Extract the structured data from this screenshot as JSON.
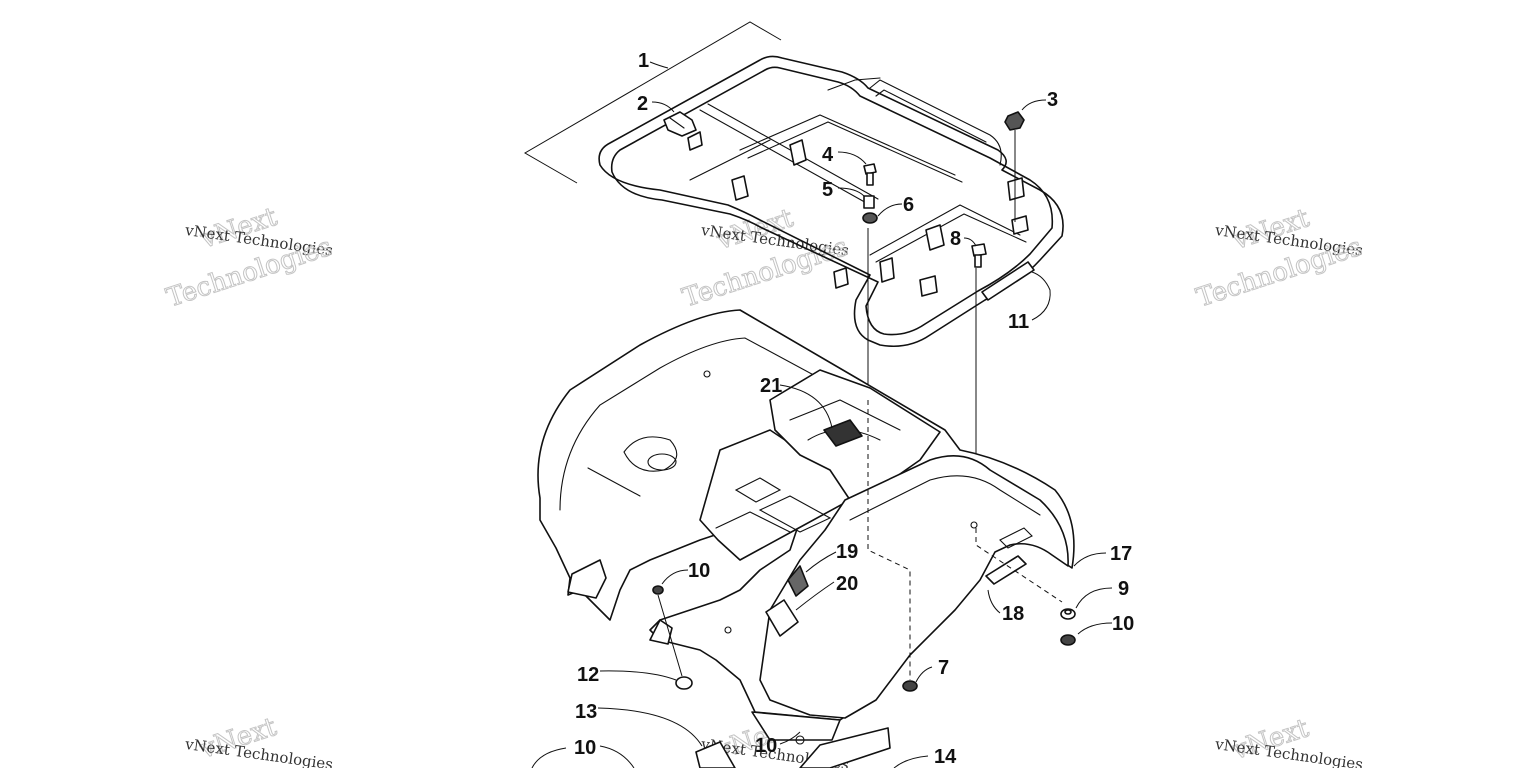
{
  "diagram": {
    "callouts": [
      "1",
      "2",
      "3",
      "4",
      "5",
      "6",
      "7",
      "8",
      "9",
      "10",
      "11",
      "12",
      "13",
      "10",
      "14",
      "17",
      "18",
      "19",
      "20",
      "21",
      "10",
      "10"
    ],
    "watermark": {
      "line1": "vNext Technologies",
      "line2": "vNext",
      "line3": "Technologies"
    }
  }
}
